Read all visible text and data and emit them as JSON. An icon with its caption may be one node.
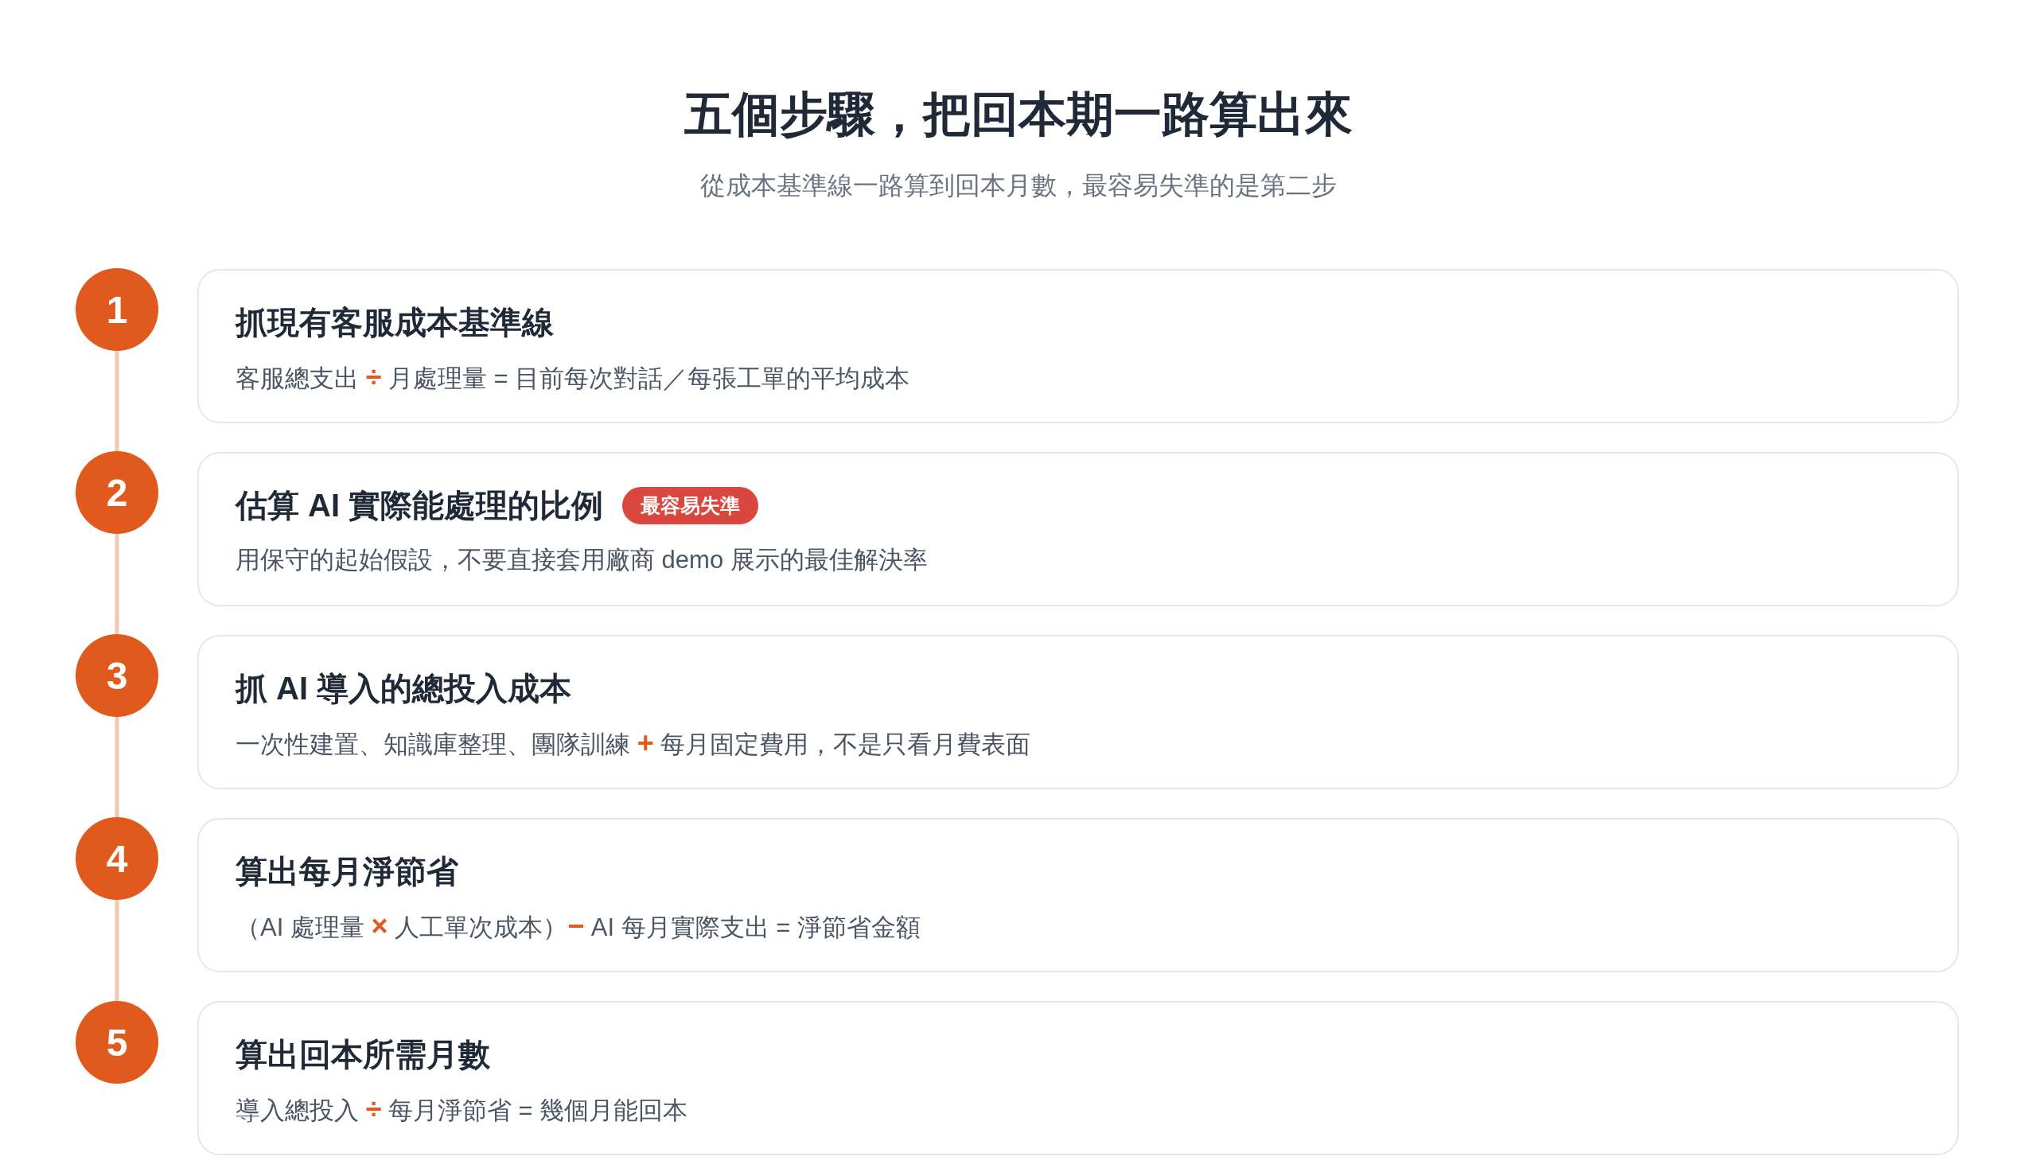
{
  "diagram": {
    "title": "五個步驟，把回本期一路算出來",
    "caption": "從成本基準線一路算到回本月數，最容易失準的是第二步",
    "nodes": [
      {
        "text": [
          "1"
        ]
      },
      {
        "text": [
          "抓現有客服成本基準線",
          "客服總支出 **÷** 月處理量 = 目前每次對話／每張工單的平均成本"
        ]
      },
      {
        "text": [
          "2"
        ]
      },
      {
        "text": [
          "估算 AI 實際能處理的比例",
          "用保守的起始假設，不要直接套用廠商 demo 展示的最佳解決率"
        ]
      },
      {
        "text": [
          "最容易失準"
        ],
        "in": 3
      },
      {
        "text": [
          "3"
        ]
      },
      {
        "text": [
          "抓 AI 導入的總投入成本",
          "一次性建置、知識庫整理、團隊訓練 **+** 每月固定費用，不是只看月費表面"
        ]
      },
      {
        "text": [
          "4"
        ]
      },
      {
        "text": [
          "算出每月淨節省",
          "（AI 處理量 **×** 人工單次成本）**−** AI 每月實際支出 = 淨節省金額"
        ]
      },
      {
        "text": [
          "5"
        ]
      },
      {
        "text": [
          "算出回本所需月數",
          "導入總投入 **÷** 每月淨節省 = 幾個月能回本"
        ]
      }
    ],
    "edges": [
      {
        "from": 0,
        "to": 2,
        "arrow": "none"
      },
      {
        "from": 2,
        "to": 5,
        "arrow": "none"
      },
      {
        "from": 5,
        "to": 7,
        "arrow": "none"
      },
      {
        "from": 7,
        "to": 9,
        "arrow": "none"
      }
    ]
  }
}
